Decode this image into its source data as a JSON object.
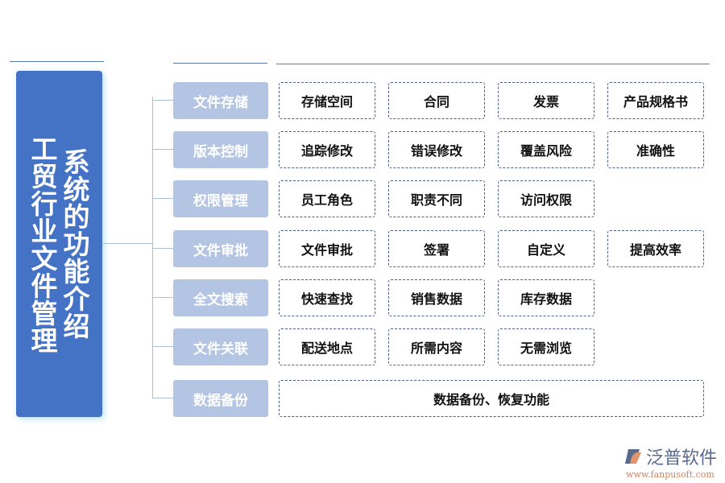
{
  "title": {
    "line1": "工贸行业文件管理",
    "line2": "系统的功能介绍"
  },
  "rows": [
    {
      "category": "文件存储",
      "items": [
        "存储空间",
        "合同",
        "发票",
        "产品规格书"
      ]
    },
    {
      "category": "版本控制",
      "items": [
        "追踪修改",
        "错误修改",
        "覆盖风险",
        "准确性"
      ]
    },
    {
      "category": "权限管理",
      "items": [
        "员工角色",
        "职责不同",
        "访问权限"
      ]
    },
    {
      "category": "文件审批",
      "items": [
        "文件审批",
        "签署",
        "自定义",
        "提高效率"
      ]
    },
    {
      "category": "全文搜索",
      "items": [
        "快速查找",
        "销售数据",
        "库存数据"
      ]
    },
    {
      "category": "文件关联",
      "items": [
        "配送地点",
        "所需内容",
        "无需浏览"
      ]
    },
    {
      "category": "数据备份",
      "items": [
        "数据备份、恢复功能"
      ]
    }
  ],
  "logo": {
    "name": "泛普软件",
    "url": "www.fanpusoft.com"
  },
  "colors": {
    "title_bg": "#4472c4",
    "category_bg": "#b4c5e4"
  }
}
